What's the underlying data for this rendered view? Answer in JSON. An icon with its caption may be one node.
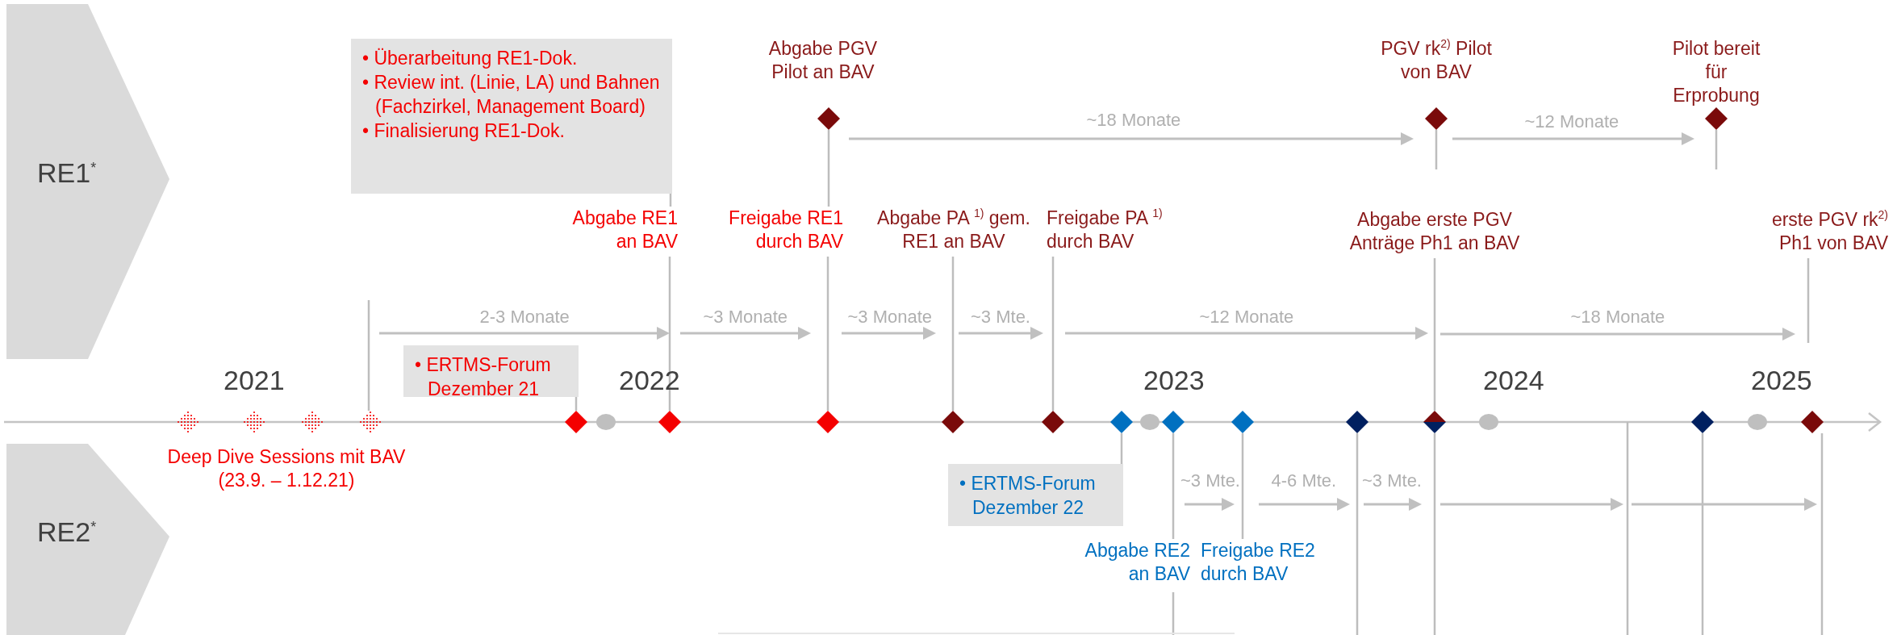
{
  "diagram": {
    "nodes": [
      {
        "text": [
          "RE1$^{*}$"
        ]
      },
      {
        "text": [
          "RE2$^{*}$"
        ]
      },
      {
        "text": [
          "• Überarbeitung RE1-Dok.",
          "• Review int. (Linie, LA) und Bahnen (Fachzirkel, Management Board)",
          "• Finalisierung RE1-Dok."
        ]
      },
      {
        "text": [],
        "shape": "diamond",
        "beside": [
          "Abgabe PGV Pilot an BAV"
        ]
      },
      {
        "text": [],
        "shape": "diamond",
        "beside": [
          "PGV rk$^{2)}$ Pilot von BAV"
        ]
      },
      {
        "text": [],
        "shape": "diamond",
        "beside": [
          "Pilot bereit für Erprobung"
        ]
      },
      {
        "text": [
          "Abgabe RE1 an BAV"
        ]
      },
      {
        "text": [
          "Freigabe RE1 durch BAV"
        ]
      },
      {
        "text": [
          "Abgabe PA $^{1)}$ gem. RE1 an BAV"
        ]
      },
      {
        "text": [
          "Freigabe PA $^{1)}$ durch BAV"
        ]
      },
      {
        "text": [
          "Abgabe erste PGV Anträge Ph1 an BAV"
        ]
      },
      {
        "text": [
          "erste PGV rk$^{2)}$ Ph1 von BAV"
        ]
      },
      {
        "text": [
          "• ERTMS-Forum Dezember 21"
        ]
      },
      {
        "text": [],
        "shape": "diamond"
      },
      {
        "text": [],
        "shape": "diamond"
      },
      {
        "text": [],
        "shape": "diamond"
      },
      {
        "text": [],
        "shape": "diamond"
      },
      {
        "text": [],
        "shape": "diamond"
      },
      {
        "text": [],
        "shape": "diamond"
      },
      {
        "text": [],
        "shape": "diamond"
      },
      {
        "text": [],
        "shape": "diamond"
      },
      {
        "text": [],
        "shape": "diamond"
      },
      {
        "text": [],
        "shape": "diamond"
      },
      {
        "text": [],
        "shape": "diamond"
      },
      {
        "text": [],
        "shape": "diamond"
      },
      {
        "text": [],
        "shape": "diamond"
      },
      {
        "text": [],
        "shape": "diamond"
      },
      {
        "text": [],
        "shape": "diamond"
      },
      {
        "text": [],
        "shape": "diamond"
      },
      {
        "text": [
          "• ERTMS-Forum Dezember 22"
        ]
      },
      {
        "text": [
          "Abgabe RE2 an BAV"
        ]
      },
      {
        "text": [
          "Freigabe RE2 durch BAV"
        ]
      },
      {
        "text": [],
        "shape": "circle"
      },
      {
        "text": [],
        "shape": "circle"
      },
      {
        "text": [],
        "shape": "circle"
      },
      {
        "text": [],
        "shape": "circle"
      }
    ],
    "edges": [
      {
        "from": 2,
        "to": 6,
        "arrow": "none"
      },
      {
        "from": 6,
        "to": 18,
        "arrow": "none"
      },
      {
        "from": 3,
        "to": 7,
        "arrow": "none"
      },
      {
        "from": 7,
        "to": 19,
        "arrow": "none"
      },
      {
        "from": 8,
        "to": 20,
        "arrow": "none"
      },
      {
        "from": 9,
        "to": 21,
        "arrow": "none"
      },
      {
        "from": 10,
        "to": 26,
        "arrow": "none"
      },
      {
        "from": 11,
        "to": null,
        "arrow": "none"
      },
      {
        "from": 12,
        "to": 17,
        "arrow": "none"
      },
      {
        "from": 22,
        "to": 29,
        "arrow": "none"
      },
      {
        "from": 23,
        "to": 30,
        "arrow": "none"
      },
      {
        "from": 24,
        "to": 31,
        "arrow": "none"
      },
      {
        "from": 4,
        "to": null,
        "arrow": "none"
      },
      {
        "from": 5,
        "to": null,
        "arrow": "none"
      },
      {
        "from": null,
        "to": 16,
        "arrow": "none"
      },
      {
        "from": 25,
        "to": null,
        "arrow": "none"
      },
      {
        "from": 26,
        "to": null,
        "arrow": "none"
      },
      {
        "from": 27,
        "to": null,
        "arrow": "none"
      },
      {
        "from": 28,
        "to": null,
        "arrow": "none"
      },
      {
        "from": 30,
        "to": null,
        "arrow": "none"
      }
    ],
    "labels": [
      "~18 Monate",
      "~12 Monate",
      "2-3 Monate",
      "~3 Monate",
      "~3 Monate",
      "~3 Mte.",
      "~12 Monate",
      "~18 Monate",
      "2021",
      "2022",
      "2023",
      "2024",
      "2025",
      "Deep Dive Sessions mit BAV (23.9. – 1.12.21)",
      "~3 Mte.",
      "4-6 Mte.",
      "~3 Mte."
    ]
  }
}
